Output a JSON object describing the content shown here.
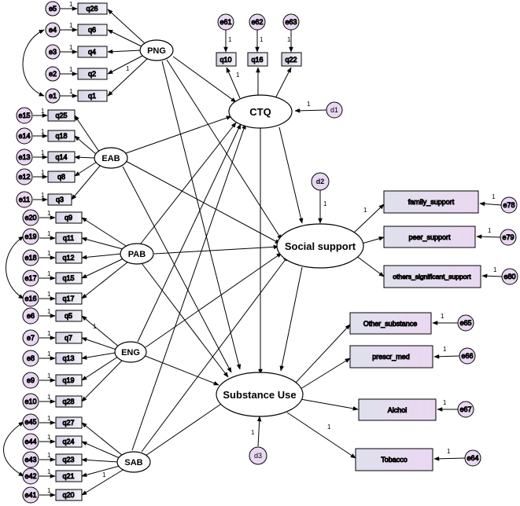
{
  "errors": {
    "e5": "e5",
    "e4": "e4",
    "e3": "e3",
    "e2": "e2",
    "e1": "e1",
    "e15": "e15",
    "e14": "e14",
    "e13": "e13",
    "e12": "e12",
    "e11": "e11",
    "e20": "e20",
    "e19": "e19",
    "e18": "e18",
    "e17": "e17",
    "e16": "e16",
    "e6": "e6",
    "e7": "e7",
    "e8": "e8",
    "e9": "e9",
    "e10": "e10",
    "e45": "e45",
    "e44": "e44",
    "e43": "e43",
    "e42": "e42",
    "e41": "e41",
    "e61": "e61",
    "e62": "e62",
    "e63": "e63",
    "e78": "e78",
    "e79": "e79",
    "e80": "e80",
    "e65": "e65",
    "e66": "e66",
    "e67": "e67",
    "e64": "e64"
  },
  "items": {
    "q26": "q26",
    "q6": "q6",
    "q4": "q4",
    "q2": "q2",
    "q1": "q1",
    "q25": "q25",
    "q18": "q18",
    "q14": "q14",
    "q8": "q8",
    "q3": "q3",
    "q9": "q9",
    "q11": "q11",
    "q12": "q12",
    "q15": "q15",
    "q17": "q17",
    "q5": "q5",
    "q7": "q7",
    "q13": "q13",
    "q19": "q19",
    "q28": "q28",
    "q27": "q27",
    "q24": "q24",
    "q23": "q23",
    "q21": "q21",
    "q20": "q20",
    "q10": "q10",
    "q16": "q16",
    "q22": "q22"
  },
  "latents": {
    "png": "PNG",
    "eab": "EAB",
    "pab": "PAB",
    "eng": "ENG",
    "sab": "SAB",
    "ctq": "CTQ",
    "social": "Social support",
    "substance": "Substance Use"
  },
  "disturbances": {
    "d1": "d1",
    "d2": "d2",
    "d3": "d3"
  },
  "indicators": {
    "family": "family_support",
    "peer": "peer_support",
    "others": "others_significant_support",
    "other_sub": "Other_substance",
    "prescr": "prescr_med",
    "alchol": "Alchol",
    "tobacco": "Tobacco"
  },
  "weight_label": "1",
  "colors": {
    "box_start": "#d6d6e6",
    "box_end": "#f3f3fb",
    "ind_start": "#dcdcea",
    "ind_end": "#e8d8f0",
    "stroke": "#000000"
  }
}
